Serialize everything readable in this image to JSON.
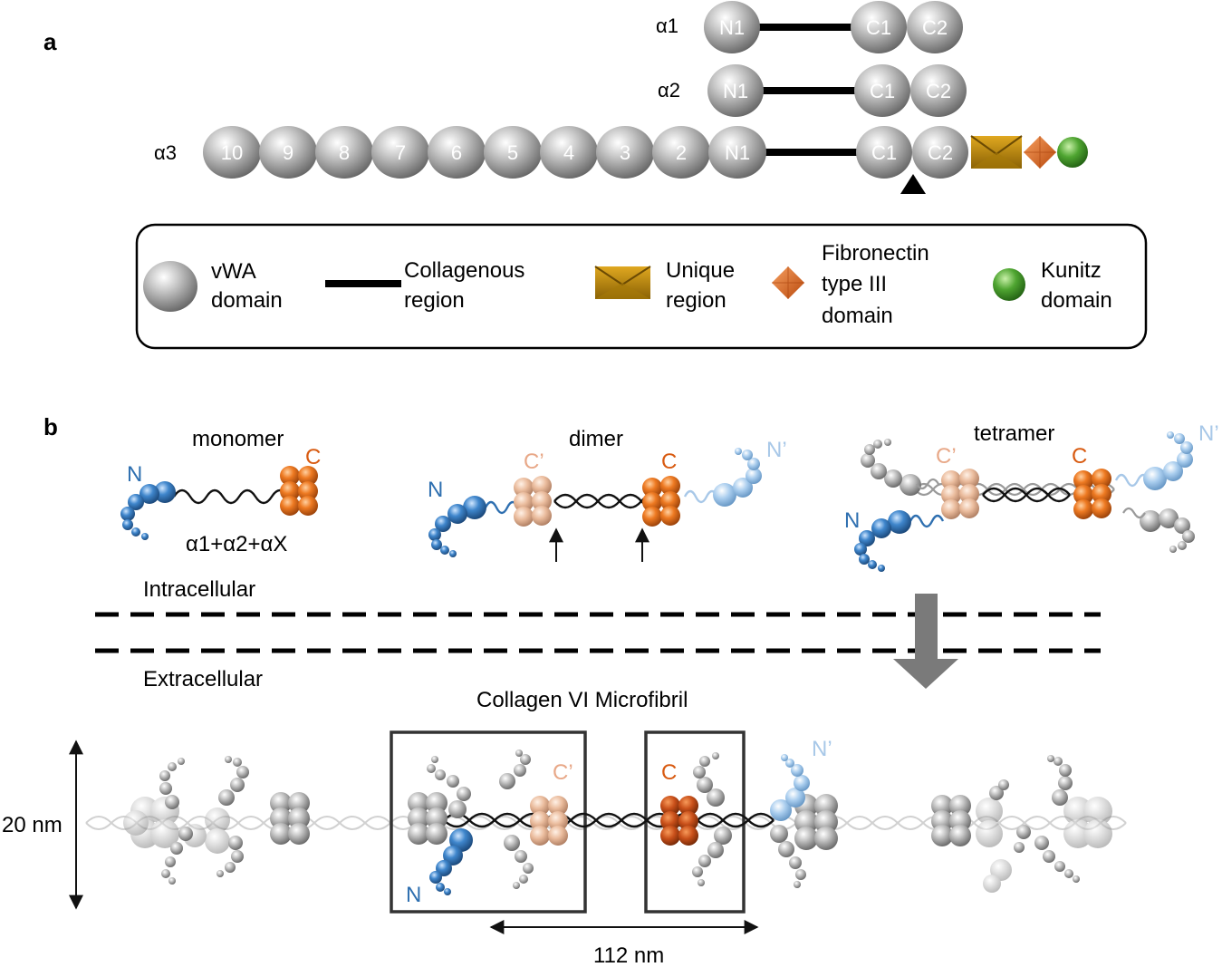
{
  "panel_a": {
    "label": "a",
    "chains": [
      {
        "name": "α1",
        "domains": [
          "N1",
          "C1",
          "C2"
        ]
      },
      {
        "name": "α2",
        "domains": [
          "N1",
          "C1",
          "C2"
        ]
      },
      {
        "name": "α3",
        "domains": [
          "10",
          "9",
          "8",
          "7",
          "6",
          "5",
          "4",
          "3",
          "2",
          "N1",
          "C1",
          "C2"
        ]
      }
    ],
    "legend": {
      "vwa": [
        "vWA",
        "domain"
      ],
      "collagenous": [
        "Collagenous",
        "region"
      ],
      "unique": [
        "Unique",
        "region"
      ],
      "fibronectin": [
        "Fibronectin",
        "type III",
        "domain"
      ],
      "kunitz": [
        "Kunitz",
        "domain"
      ]
    }
  },
  "panel_b": {
    "label": "b",
    "monomer": {
      "title": "monomer",
      "n": "N",
      "c": "C",
      "composition": "α1+α2+αX"
    },
    "dimer": {
      "title": "dimer",
      "n": "N",
      "c": "C",
      "c_prime": "C’",
      "n_prime": "N’"
    },
    "tetramer": {
      "title": "tetramer",
      "n": "N",
      "c": "C",
      "c_prime": "C’",
      "n_prime": "N’"
    },
    "intracellular": "Intracellular",
    "extracellular": "Extracellular",
    "microfibril": {
      "title": "Collagen VI Microfibril",
      "n": "N",
      "c": "C",
      "c_prime": "C’",
      "n_prime": "N’"
    },
    "height_label": "20 nm",
    "period_label": "112 nm"
  },
  "colors": {
    "vwa_gray": "#9a9a9a",
    "unique_gold": "#b8860b",
    "fibronectin_orange": "#e06a1a",
    "kunitz_green": "#3f9a2a",
    "n_blue": "#2e6fb0",
    "n_light_blue": "#a8c8e8",
    "c_orange": "#e8701a",
    "c_peach": "#e8b89a"
  }
}
